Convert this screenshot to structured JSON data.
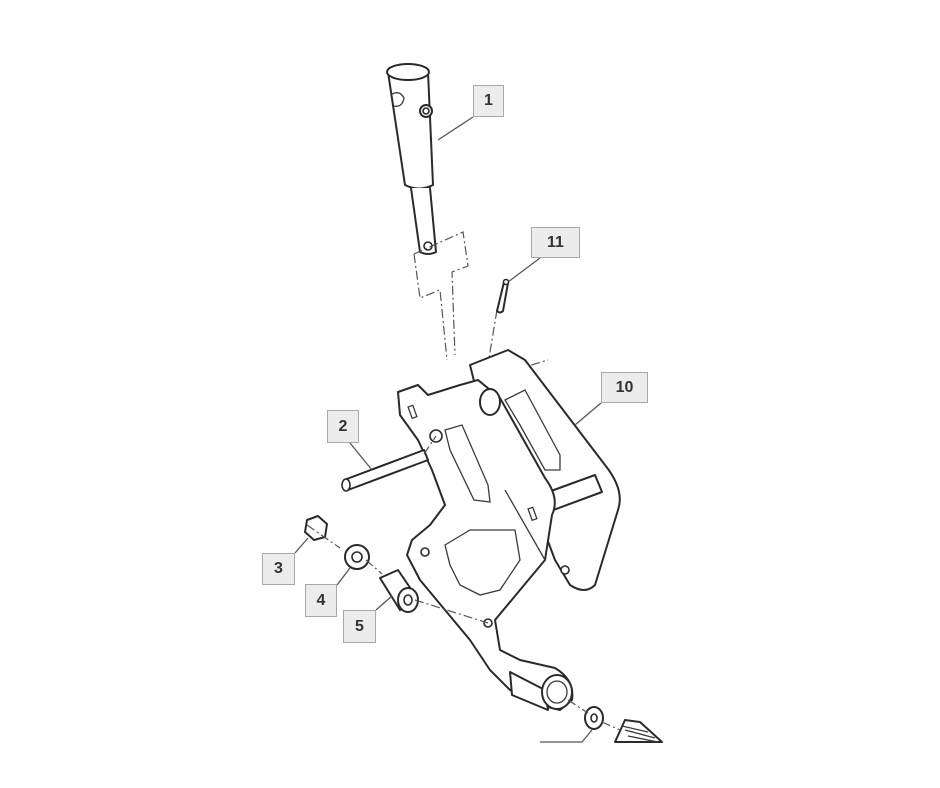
{
  "diagram": {
    "type": "exploded-parts-view",
    "background": "#ffffff",
    "callout_style": {
      "fill": "#ececec",
      "border": "#a8a8a8",
      "text": "#333333"
    },
    "callouts": [
      {
        "id": "1",
        "label": "1",
        "part": "shift-lever-handle"
      },
      {
        "id": "11",
        "label": "11",
        "part": "spring-pin"
      },
      {
        "id": "10",
        "label": "10",
        "part": "lever-bracket-assembly"
      },
      {
        "id": "2",
        "label": "2",
        "part": "pivot-pin"
      },
      {
        "id": "3",
        "label": "3",
        "part": "lock-nut"
      },
      {
        "id": "4",
        "label": "4",
        "part": "flange-nut"
      },
      {
        "id": "5",
        "label": "5",
        "part": "spacer-bushing"
      }
    ]
  }
}
